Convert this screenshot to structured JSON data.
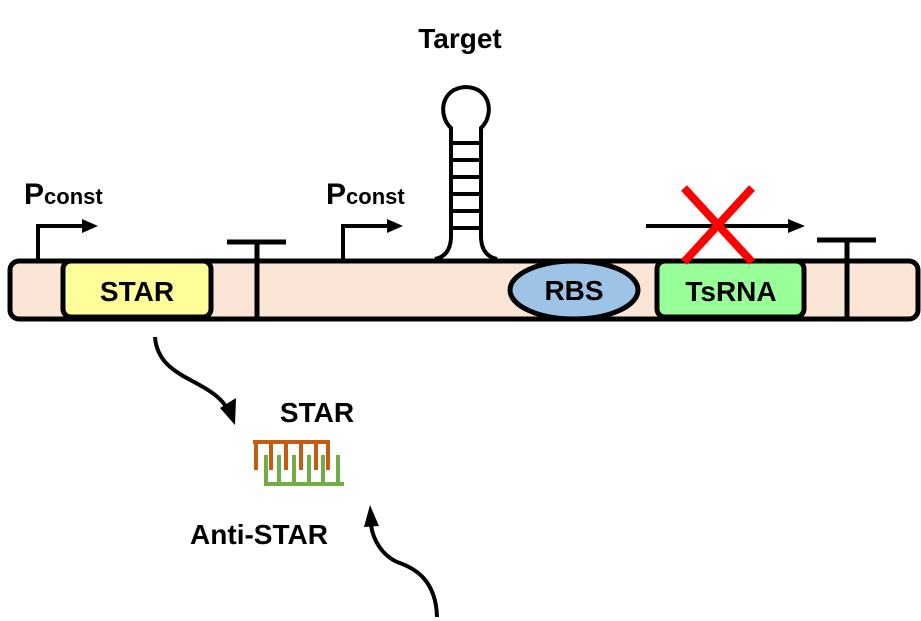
{
  "title": "Target",
  "promoter_1": {
    "main": "P",
    "sub": "const"
  },
  "promoter_2": {
    "main": "P",
    "sub": "const"
  },
  "parts": {
    "star": "STAR",
    "rbs": "RBS",
    "tsrna": "TsRNA"
  },
  "complex": {
    "star_label": "STAR",
    "antistar_label": "Anti-STAR"
  },
  "colors": {
    "backbone": "#fbe5d6",
    "star_box": "#ffff99",
    "rbs": "#9dc3e6",
    "tsrna_box": "#99ff99",
    "star_strand": "#c55a11",
    "antistar_strand": "#70ad47",
    "cross": "#ff0000"
  }
}
